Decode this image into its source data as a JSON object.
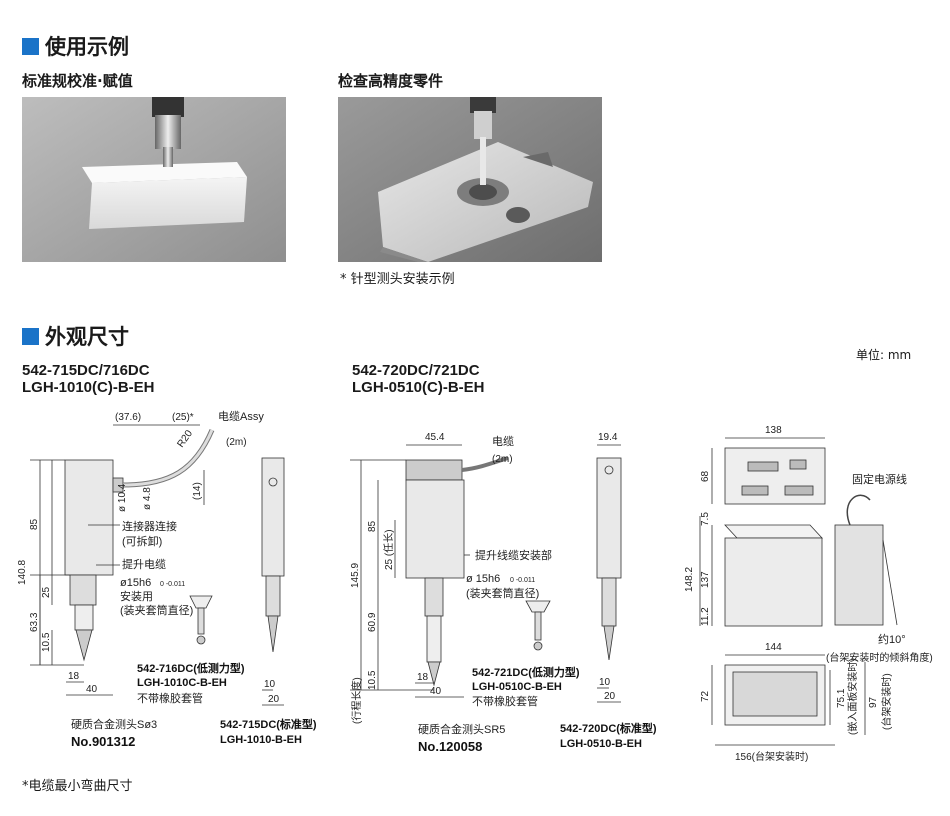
{
  "usage": {
    "title": "使用示例",
    "example1_caption": "标准规校准·赋值",
    "example2_caption": "检查高精度零件",
    "photo_note": "* 针型测头安装示例"
  },
  "dimensions": {
    "title": "外观尺寸",
    "unit": "单位: mm",
    "footnote": "*电缆最小弯曲尺寸",
    "group1": {
      "model_line1": "542-715DC/716DC",
      "model_line2": "LGH-1010(C)-B-EH",
      "dims": {
        "d37": "(37.6)",
        "d25s": "(25)*",
        "cable": "电缆Assy",
        "cable2m": "(2m)",
        "r20": "R20",
        "d14": "(14)",
        "phi104": "ø 10.4",
        "phi48": "ø 4.8",
        "d85": "85",
        "d1408": "140.8",
        "d25": "25",
        "d633": "63.3",
        "d105": "10.5",
        "d18": "18",
        "d40": "40",
        "d10": "10",
        "d20": "20",
        "phi15": "ø15h6",
        "tol": "0 -0.011"
      },
      "labels": {
        "connector": "连接器连接",
        "detachable": "(可拆卸)",
        "lift_cable": "提升电缆",
        "mount1": "安装用",
        "mount2": "(装夹套筒直径)",
        "low_force": "542-716DC(低测力型)",
        "low_force_model": "LGH-1010C-B-EH",
        "no_boot": "不带橡胶套管",
        "tip": "硬质合金测头Sø3",
        "tip_no": "No.901312",
        "std": "542-715DC(标准型)",
        "std_model": "LGH-1010-B-EH"
      }
    },
    "group2": {
      "model_line1": "542-720DC/721DC",
      "model_line2": "LGH-0510(C)-B-EH",
      "dims": {
        "d454": "45.4",
        "cable": "电缆",
        "cable2m": "(2m)",
        "d194": "19.4",
        "d85": "85",
        "d25": "25 (任长)",
        "d1459": "145.9",
        "d609": "60.9",
        "stroke": "(行程长度)",
        "d105": "10.5",
        "d18": "18",
        "d40": "40",
        "d10": "10",
        "d20": "20",
        "phi15": "ø 15h6",
        "tol": "0 -0.011"
      },
      "labels": {
        "lift_cable": "提升线缆安装部",
        "mount": "(装夹套筒直径)",
        "low_force": "542-721DC(低测力型)",
        "low_force_model": "LGH-0510C-B-EH",
        "no_boot": "不带橡胶套管",
        "tip": "硬质合金测头SR5",
        "tip_no": "No.120058",
        "std": "542-720DC(标准型)",
        "std_model": "LGH-0510-B-EH"
      }
    },
    "counter": {
      "d138": "138",
      "d68": "68",
      "d75": "7.5",
      "d1482": "148.2",
      "d137": "137",
      "d112": "11.2",
      "power_fix": "固定电源线",
      "angle": "约10°",
      "tilt": "(台架安装时的倾斜角度)",
      "d144": "144",
      "d72": "72",
      "d751": "75.1",
      "panel_note1": "(嵌入面板安装时)",
      "d97": "97",
      "panel_note2": "(台架安装时)",
      "d156": "156(台架安装时)"
    }
  },
  "colors": {
    "accent": "#1a73c8"
  }
}
